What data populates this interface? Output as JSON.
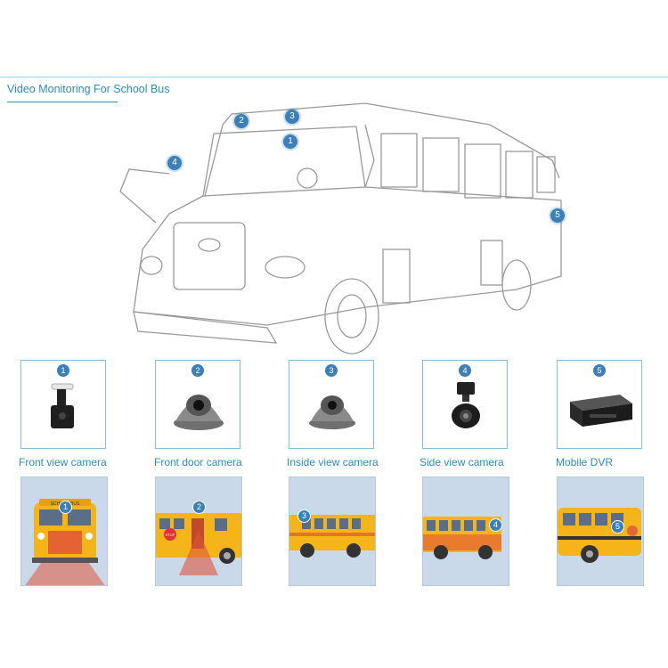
{
  "page": {
    "title": "Video Monitoring For School Bus"
  },
  "markers": [
    "1",
    "2",
    "3",
    "4",
    "5"
  ],
  "cameras": [
    {
      "number": "1",
      "label": "Front view camera"
    },
    {
      "number": "2",
      "label": "Front door camera"
    },
    {
      "number": "3",
      "label": "Inside view camera"
    },
    {
      "number": "4",
      "label": "Side view camera"
    },
    {
      "number": "5",
      "label": "Mobile DVR"
    }
  ],
  "bus_text": {
    "stop_sign": "STOP",
    "front_sign": "SCHOOL BUS"
  },
  "colors": {
    "accent": "#2a8fbf",
    "marker": "#3d7fb8",
    "bus_yellow": "#f4b41a",
    "highlight_red": "#e0553a"
  }
}
